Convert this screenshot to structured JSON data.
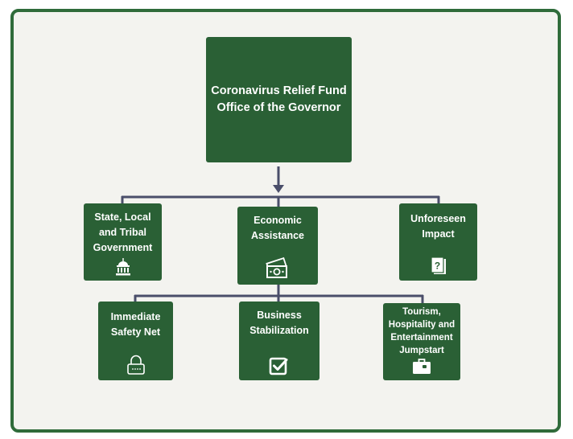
{
  "diagram": {
    "root": {
      "line1": "Coronavirus Relief Fund",
      "line2": "Office of the Governor"
    },
    "level1": [
      {
        "id": "state",
        "lines": [
          "State, Local",
          "and Tribal",
          "Government"
        ],
        "icon": "capitol-icon"
      },
      {
        "id": "econ",
        "lines": [
          "Economic",
          "Assistance"
        ],
        "icon": "money-icon"
      },
      {
        "id": "unforeseen",
        "lines": [
          "Unforeseen",
          "Impact"
        ],
        "icon": "question-icon"
      }
    ],
    "level2": [
      {
        "id": "safety",
        "lines": [
          "Immediate",
          "Safety Net"
        ],
        "icon": "lock-icon"
      },
      {
        "id": "business",
        "lines": [
          "Business",
          "Stabilization"
        ],
        "icon": "checkbox-icon"
      },
      {
        "id": "tourism",
        "lines": [
          "Tourism,",
          "Hospitality and",
          "Entertainment",
          "Jumpstart"
        ],
        "icon": "suitcase-icon"
      }
    ],
    "colors": {
      "node": "#2a6035",
      "frame": "#2f6b3a",
      "connector": "#4a4e6a",
      "background": "#f3f3ef"
    }
  }
}
